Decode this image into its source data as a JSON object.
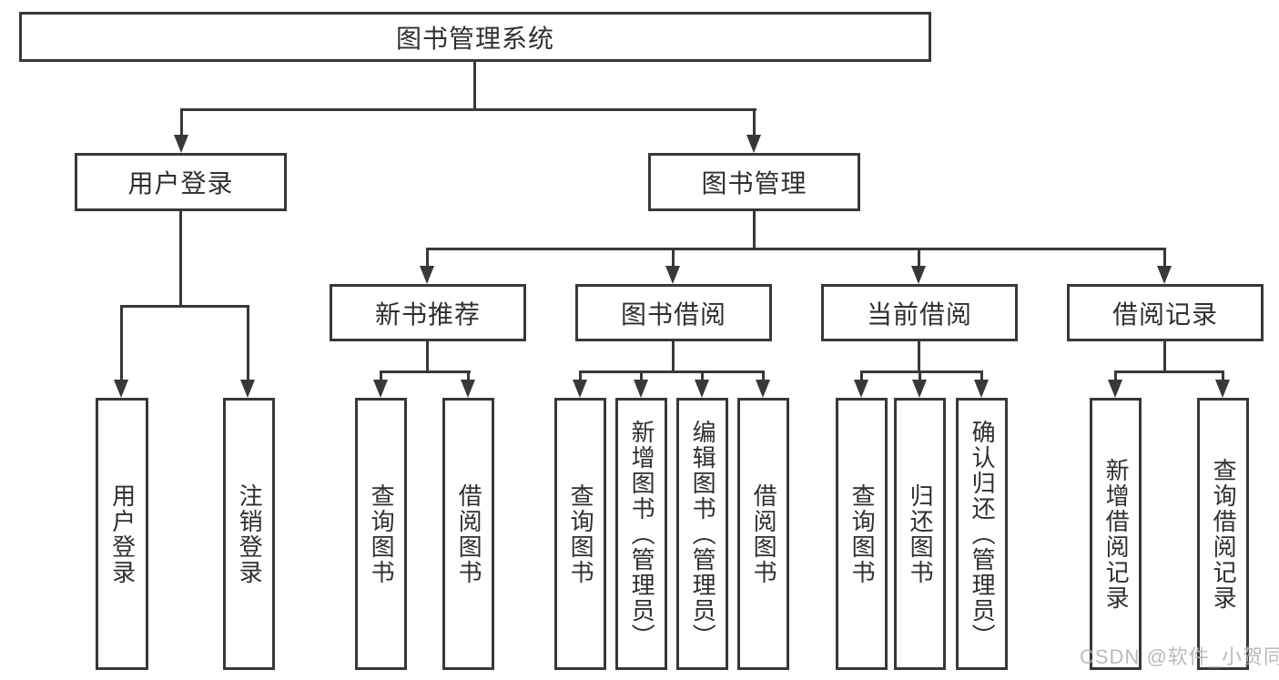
{
  "diagram": {
    "root": {
      "label": "图书管理系统"
    },
    "branches": [
      {
        "label": "用户登录",
        "leaves": [
          "用户登录",
          "注销登录"
        ]
      },
      {
        "label": "图书管理",
        "sections": [
          {
            "label": "新书推荐",
            "leaves": [
              "查询图书",
              "借阅图书"
            ]
          },
          {
            "label": "图书借阅",
            "leaves": [
              "查询图书",
              "新增图书（管理员）",
              "编辑图书（管理员）",
              "借阅图书"
            ]
          },
          {
            "label": "当前借阅",
            "leaves": [
              "查询图书",
              "归还图书",
              "确认归还（管理员）"
            ]
          },
          {
            "label": "借阅记录",
            "leaves": [
              "新增借阅记录",
              "查询借阅记录"
            ]
          }
        ]
      }
    ]
  },
  "watermark": {
    "text": "CSDN @软件_小贺同学"
  },
  "colors": {
    "border": "#383838",
    "text": "#2f2f2f",
    "watermark": "#b3b3b3",
    "bg": "#ffffff"
  }
}
